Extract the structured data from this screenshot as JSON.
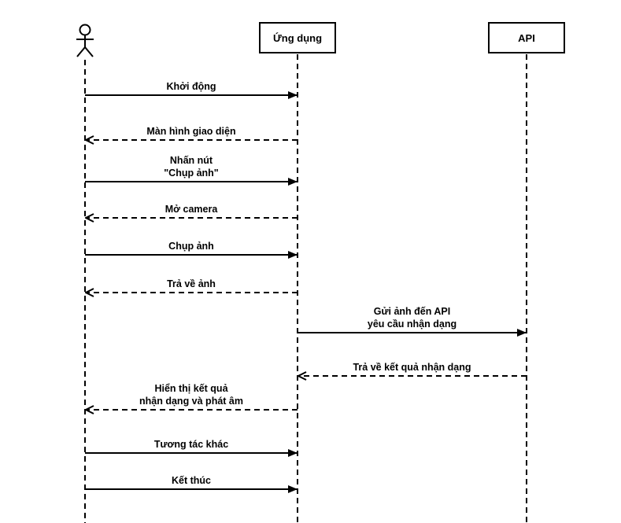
{
  "participants": [
    {
      "id": "actor",
      "kind": "actor",
      "label": ""
    },
    {
      "id": "app",
      "kind": "box",
      "label": "Ứng dụng"
    },
    {
      "id": "api",
      "kind": "box",
      "label": "API"
    }
  ],
  "messages": [
    {
      "from": "actor",
      "to": "app",
      "type": "sync",
      "lines": [
        "Khởi động"
      ]
    },
    {
      "from": "app",
      "to": "actor",
      "type": "return",
      "lines": [
        "Màn hình giao diện"
      ]
    },
    {
      "from": "actor",
      "to": "app",
      "type": "sync",
      "lines": [
        "Nhấn nút",
        "\"Chụp ảnh\""
      ]
    },
    {
      "from": "app",
      "to": "actor",
      "type": "return",
      "lines": [
        "Mở camera"
      ]
    },
    {
      "from": "actor",
      "to": "app",
      "type": "sync",
      "lines": [
        "Chụp ảnh"
      ]
    },
    {
      "from": "app",
      "to": "actor",
      "type": "return",
      "lines": [
        "Trả về ảnh"
      ]
    },
    {
      "from": "app",
      "to": "api",
      "type": "sync",
      "lines": [
        "Gửi ảnh đến API",
        "yêu cầu nhận dạng"
      ]
    },
    {
      "from": "api",
      "to": "app",
      "type": "return",
      "lines": [
        "Trả về kết quả nhận dạng"
      ]
    },
    {
      "from": "app",
      "to": "actor",
      "type": "return",
      "lines": [
        "Hiển thị kết quả",
        "nhận dạng và phát âm"
      ]
    },
    {
      "from": "actor",
      "to": "app",
      "type": "sync",
      "lines": [
        "Tương tác khác"
      ]
    },
    {
      "from": "actor",
      "to": "app",
      "type": "sync",
      "lines": [
        "Kết thúc"
      ]
    }
  ]
}
